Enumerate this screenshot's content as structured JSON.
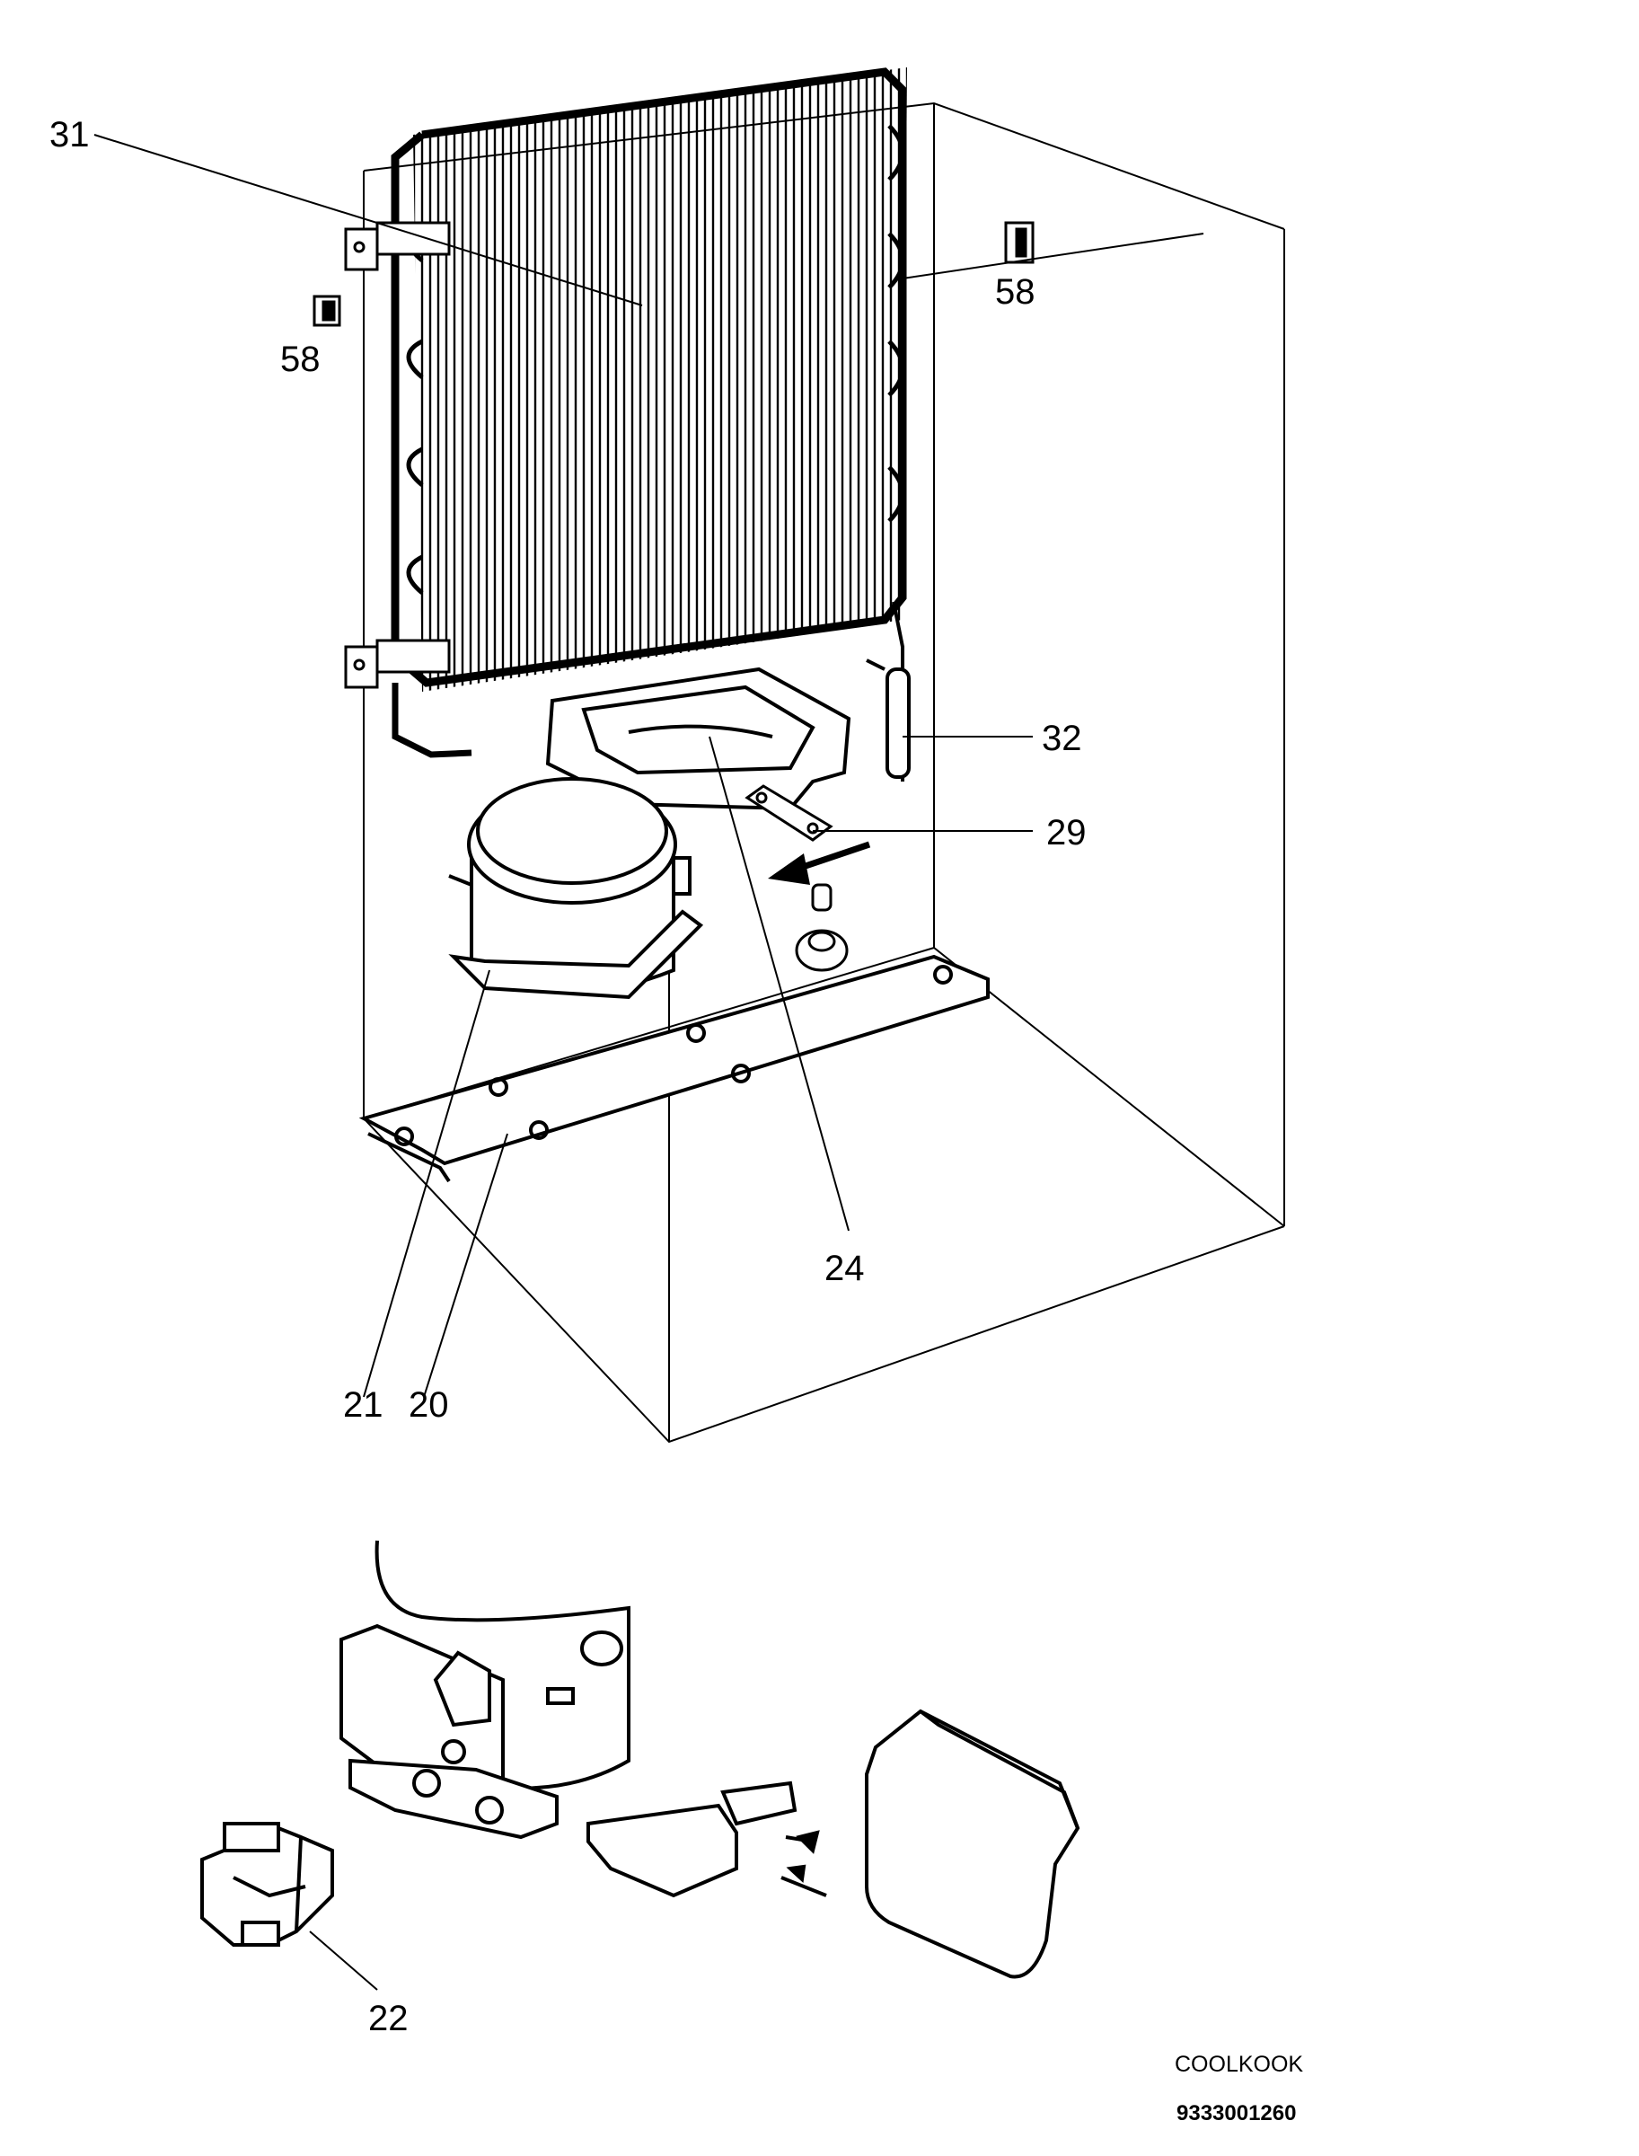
{
  "callouts": [
    {
      "id": "31",
      "text": "31"
    },
    {
      "id": "58a",
      "text": "58"
    },
    {
      "id": "58b",
      "text": "58"
    },
    {
      "id": "32",
      "text": "32"
    },
    {
      "id": "29",
      "text": "29"
    },
    {
      "id": "24",
      "text": "24"
    },
    {
      "id": "21",
      "text": "21"
    },
    {
      "id": "20",
      "text": "20"
    },
    {
      "id": "22",
      "text": "22"
    }
  ],
  "footer": {
    "brand": "COOLKOOK",
    "code": "9333001260"
  }
}
